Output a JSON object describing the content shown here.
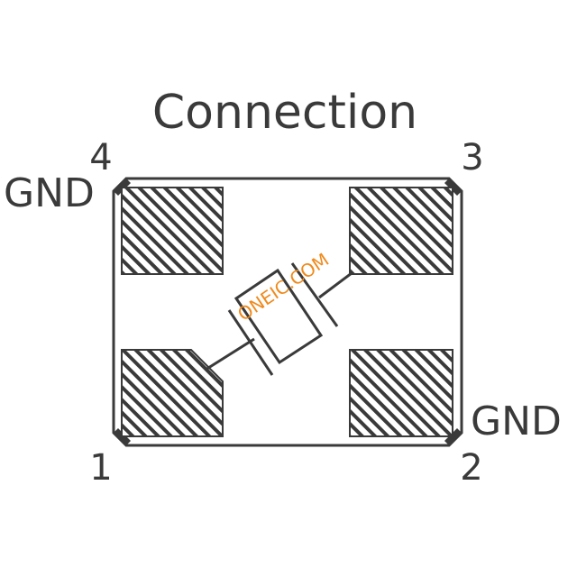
{
  "title": "Connection",
  "pins": {
    "pin1": "1",
    "pin2": "2",
    "pin3": "3",
    "pin4": "4"
  },
  "labels": {
    "gnd_top_left": "GND",
    "gnd_bottom_right": "GND"
  },
  "watermark": "ONEIC.COM",
  "colors": {
    "line": "#3a3a3a",
    "watermark": "#f08a1c",
    "background": "#ffffff"
  }
}
